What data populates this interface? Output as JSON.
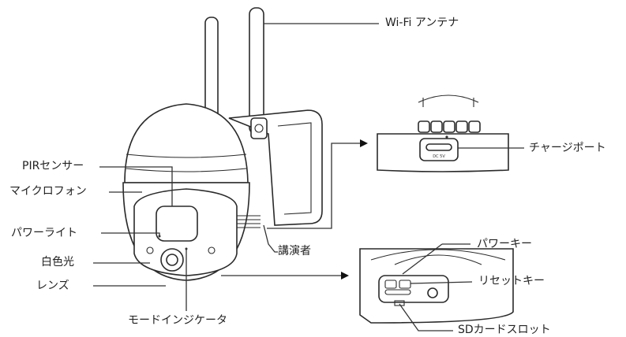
{
  "labels": {
    "wifi_antenna": "Wi-Fi アンテナ",
    "pir_sensor": "PIRセンサー",
    "microphone": "マイクロフォン",
    "power_light": "パワーライト",
    "white_light": "白色光",
    "lens": "レンズ",
    "mode_indicator": "モードインジケータ",
    "speaker": "講演者",
    "charge_port": "チャージポート",
    "power_key": "パワーキー",
    "reset_key": "リセットキー",
    "sd_slot": "SDカードスロット"
  },
  "port_marking": "DC 5V",
  "colors": {
    "line": "#333333",
    "text": "#222222",
    "device_fill": "#ffffff",
    "dome_shade": "#f2f2f2"
  }
}
